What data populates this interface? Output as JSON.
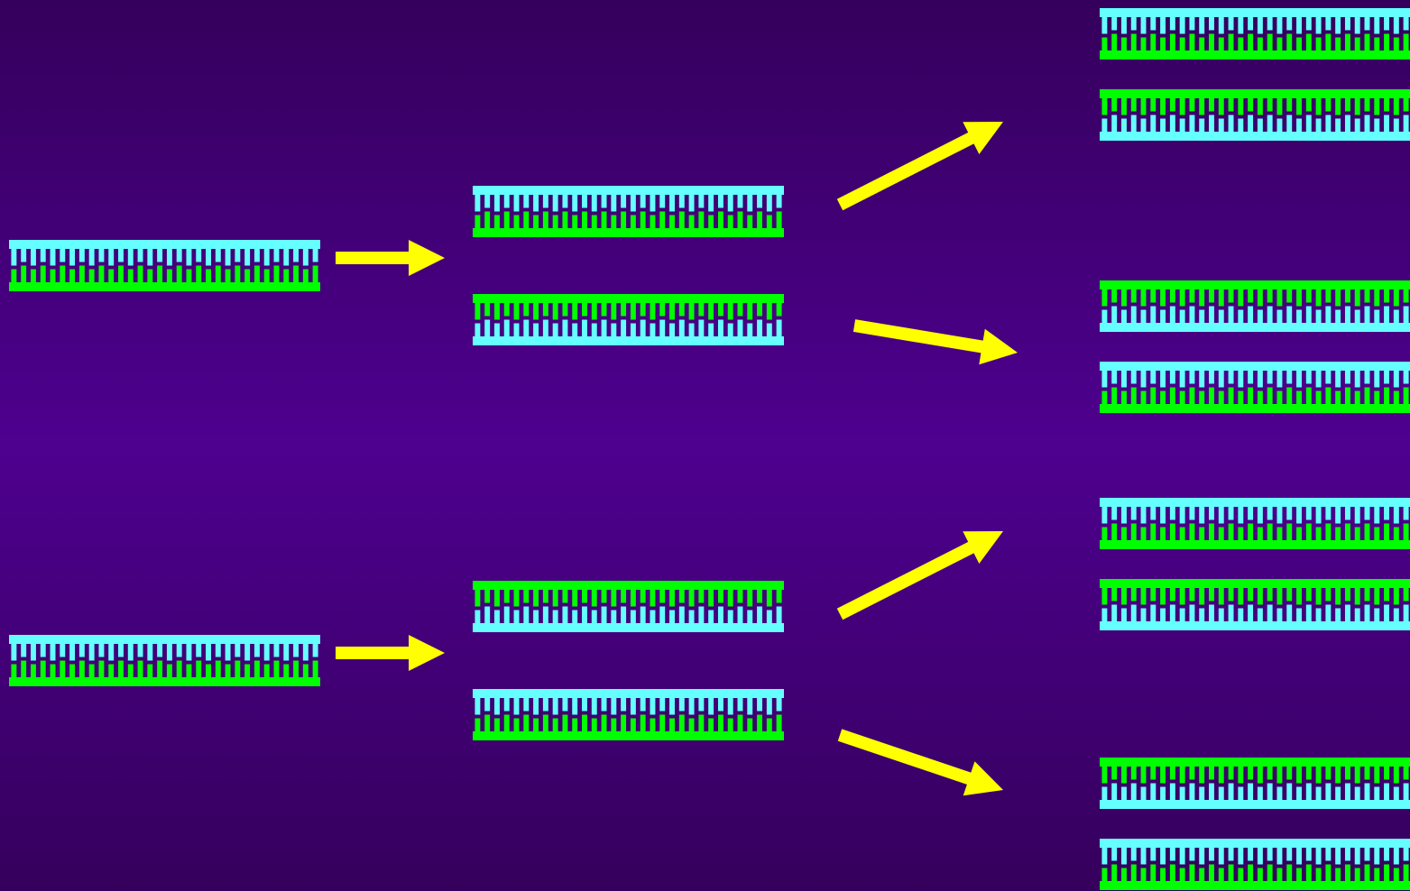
{
  "colors": {
    "background_top": "#35005c",
    "background_mid": "#4e008f",
    "background_bottom": "#35005c",
    "strand_cyan": "#66ffff",
    "strand_green": "#00ff00",
    "arrow_yellow": "#ffff00"
  },
  "diagram": {
    "generations": [
      {
        "name": "generation-1",
        "duplexes": [
          {
            "top_strand": "cyan",
            "bottom_strand": "green"
          },
          {
            "top_strand": "cyan",
            "bottom_strand": "green"
          }
        ]
      },
      {
        "name": "generation-2",
        "duplexes": [
          {
            "top_strand": "cyan",
            "bottom_strand": "green"
          },
          {
            "top_strand": "green",
            "bottom_strand": "cyan"
          },
          {
            "top_strand": "green",
            "bottom_strand": "cyan"
          },
          {
            "top_strand": "cyan",
            "bottom_strand": "green"
          }
        ]
      },
      {
        "name": "generation-3",
        "duplexes": [
          {
            "top_strand": "cyan",
            "bottom_strand": "green"
          },
          {
            "top_strand": "green",
            "bottom_strand": "cyan"
          },
          {
            "top_strand": "green",
            "bottom_strand": "cyan"
          },
          {
            "top_strand": "cyan",
            "bottom_strand": "green"
          },
          {
            "top_strand": "cyan",
            "bottom_strand": "green"
          },
          {
            "top_strand": "green",
            "bottom_strand": "cyan"
          },
          {
            "top_strand": "green",
            "bottom_strand": "cyan"
          },
          {
            "top_strand": "cyan",
            "bottom_strand": "green"
          }
        ]
      }
    ],
    "arrow_count": 6
  }
}
